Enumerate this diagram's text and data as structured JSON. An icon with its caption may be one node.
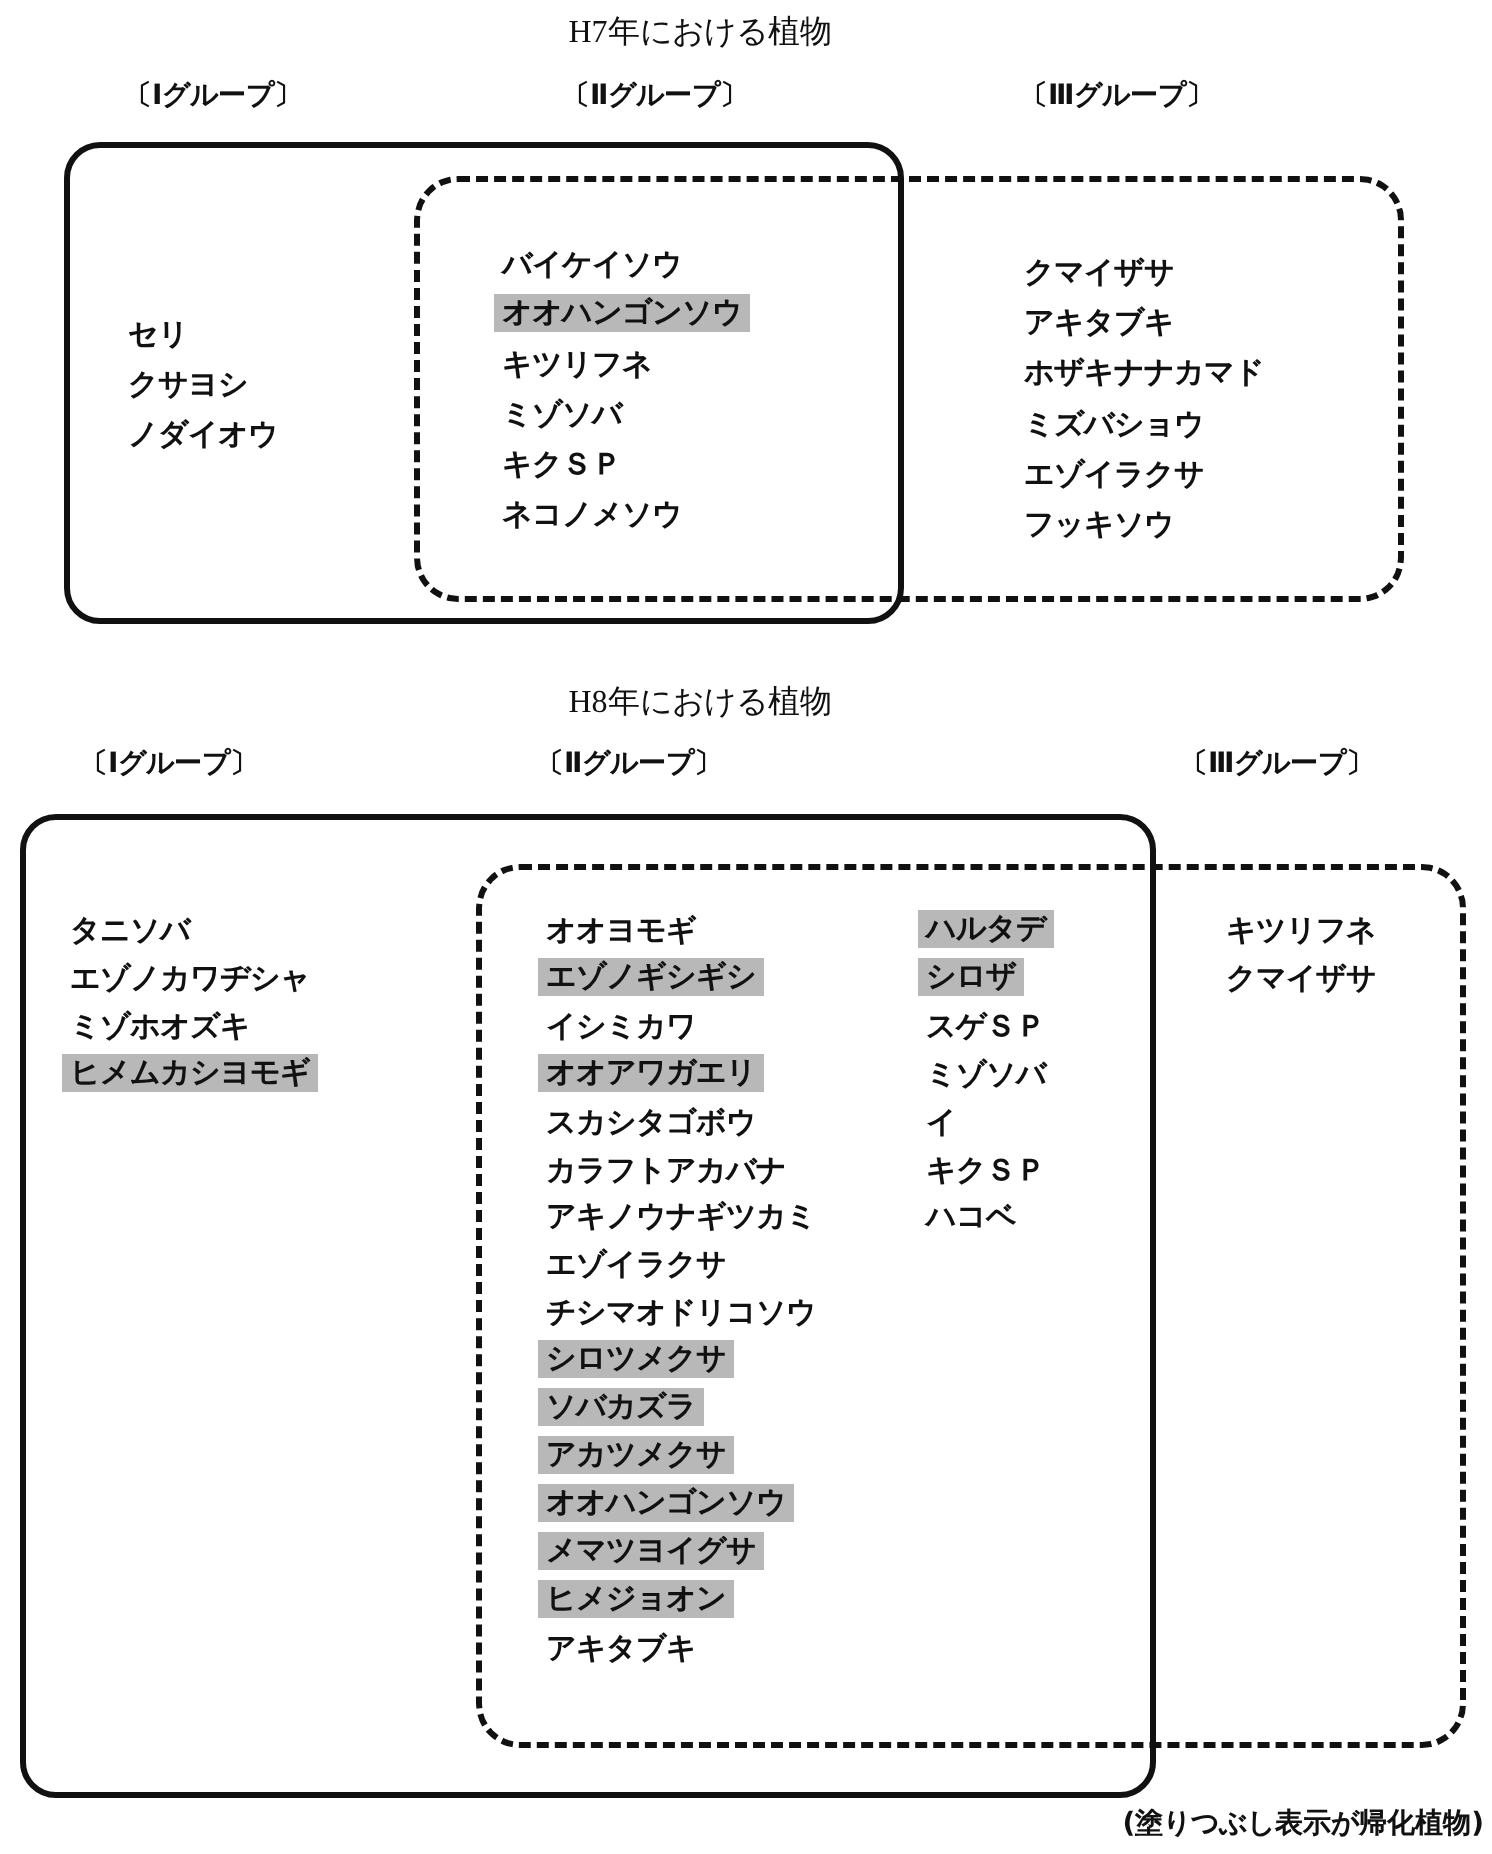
{
  "diagram": {
    "nodes": [
      {
        "text": [],
        "shape": "box"
      },
      {
        "text": [],
        "shape": "box"
      },
      {
        "text": [
          "オオハンゴンソウ"
        ]
      },
      {
        "text": [],
        "shape": "box"
      },
      {
        "text": [],
        "shape": "box"
      },
      {
        "text": [
          "ヒメムカシヨモギ"
        ],
        "in": 3
      },
      {
        "text": [
          "エゾノギシギシ"
        ]
      },
      {
        "text": [
          "オオアワガエリ"
        ]
      },
      {
        "text": [
          "シロツメクサ"
        ]
      },
      {
        "text": [
          "ソバカズラ"
        ]
      },
      {
        "text": [
          "アカツメクサ"
        ]
      },
      {
        "text": [
          "オオハンゴンソウ"
        ]
      },
      {
        "text": [
          "メマツヨイグサ"
        ]
      },
      {
        "text": [
          "ヒメジョオン"
        ]
      },
      {
        "text": [
          "ハルタデ"
        ]
      },
      {
        "text": [
          "シロザ"
        ]
      }
    ],
    "edges": [],
    "labels": [
      "H7年における植物",
      "〔Ⅰグループ〕",
      "〔Ⅱグループ〕",
      "〔Ⅲグループ〕",
      "セリ",
      "クサヨシ",
      "ノダイオウ",
      "バイケイソウ",
      "キツリフネ",
      "ミゾソバ",
      "キクＳＰ",
      "ネコノメソウ",
      "クマイザサ",
      "アキタブキ",
      "ホザキナナカマド",
      "ミズバショウ",
      "エゾイラクサ",
      "フッキソウ",
      "H8年における植物",
      "〔Ⅰグループ〕",
      "〔Ⅱグループ〕",
      "〔Ⅲグループ〕",
      "タニソバ",
      "エゾノカワヂシャ",
      "ミゾホオズキ",
      "オオヨモギ",
      "イシミカワ",
      "スカシタゴボウ",
      "カラフトアカバナ",
      "アキノウナギツカミ",
      "エゾイラクサ",
      "チシマオドリコソウ",
      "アキタブキ",
      "スゲＳＰ",
      "ミゾソバ",
      "イ",
      "キクＳＰ",
      "ハコベ",
      "キツリフネ",
      "クマイザサ",
      "(塗りつぶし表示が帰化植物)"
    ]
  }
}
